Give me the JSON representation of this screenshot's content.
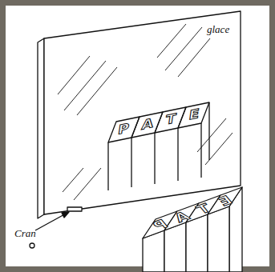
{
  "diagram": {
    "labels": [
      "glace",
      "P",
      "A",
      "T",
      "E",
      "P",
      "A",
      "T",
      "E",
      "Cran"
    ]
  }
}
